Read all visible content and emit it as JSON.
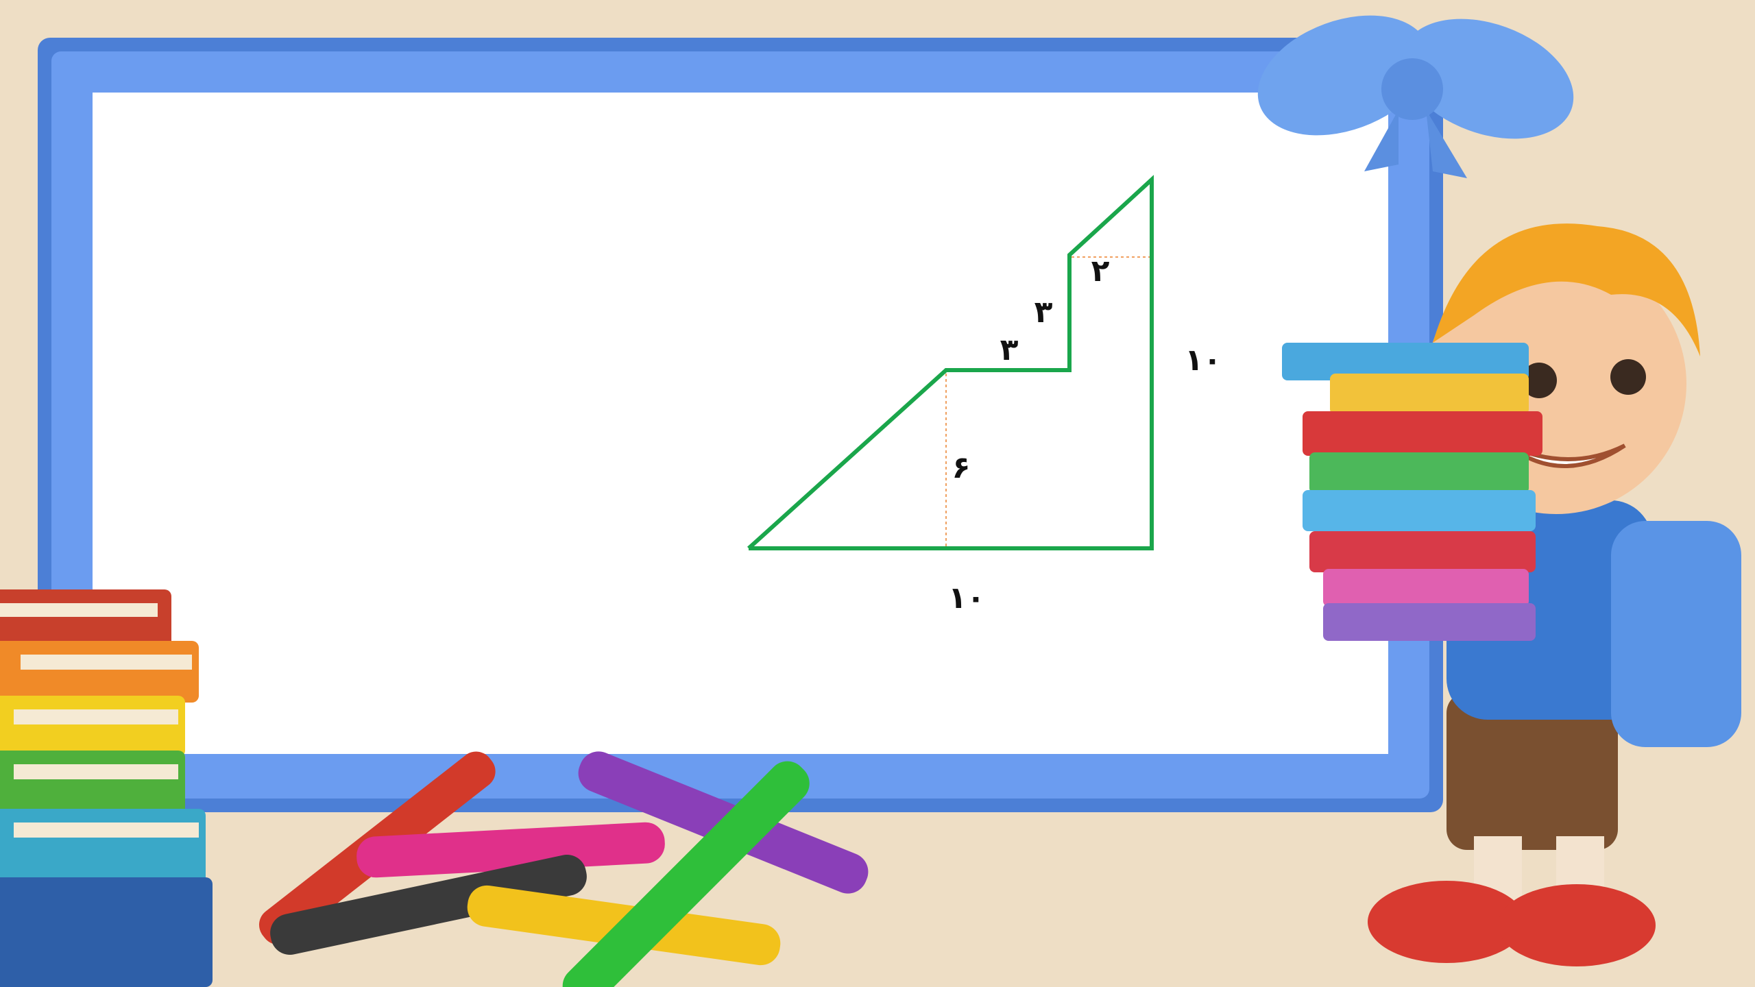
{
  "diagram": {
    "labels": {
      "top_small": "٢",
      "upper_vertical": "٣",
      "middle_horizontal": "٣",
      "right_height": "١٠",
      "inner_height": "۶",
      "base": "١٠"
    }
  },
  "colors": {
    "background": "#f2e4cd",
    "frame_outer": "#4c7fd6",
    "frame_inner": "#6b9cf0",
    "board": "#ffffff",
    "shape_outline": "#1aa64b",
    "helper_lines": "#f0a060"
  }
}
